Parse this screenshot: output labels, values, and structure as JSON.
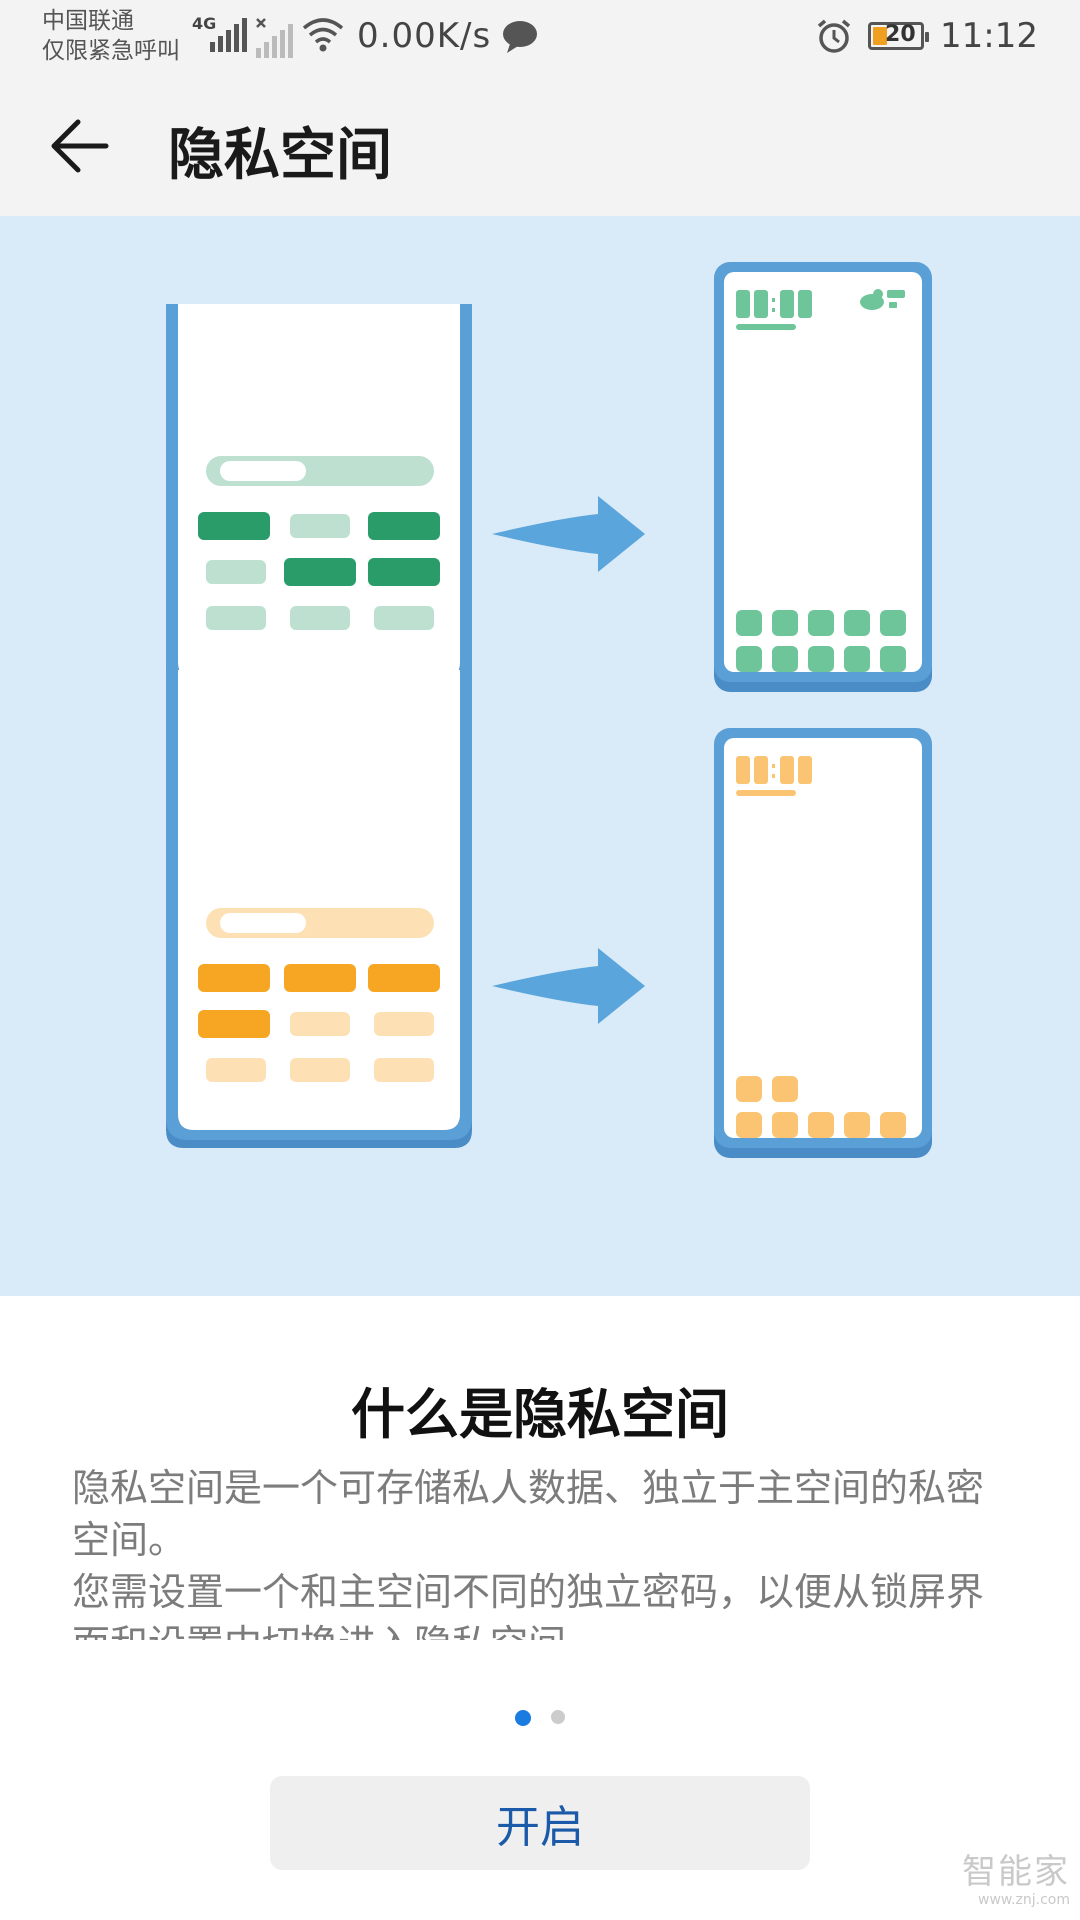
{
  "status_bar": {
    "carrier_line1": "中国联通",
    "carrier_line2": "仅限紧急呼叫",
    "network_type": "4G",
    "net_speed": "0.00K/s",
    "battery_level": "20",
    "time": "11:12",
    "icons": [
      "signal-icon",
      "no-signal-icon",
      "wifi-icon",
      "message-icon",
      "alarm-icon",
      "battery-icon"
    ]
  },
  "app_bar": {
    "back_icon": "back-arrow-icon",
    "title": "隐私空间"
  },
  "illustration": {
    "colors": {
      "background": "#d9eaf8",
      "frame": "#5a9fd6",
      "arrow": "#5aa6dc",
      "green_dark": "#2a9c6a",
      "green_light": "#bde0d0",
      "green_app": "#6fc59a",
      "orange_dark": "#f6a623",
      "orange_light": "#fde0b4",
      "orange_app": "#fbc472"
    },
    "clock_digits": [
      "1",
      "1",
      "1",
      "1"
    ]
  },
  "intro": {
    "title": "什么是隐私空间",
    "paragraph1": "隐私空间是一个可存储私人数据、独立于主空间的私密空间。",
    "paragraph2": "您需设置一个和主空间不同的独立密码，以便从锁屏界面和设置中切换进入隐私空间。"
  },
  "pager": {
    "total": 2,
    "current": 1
  },
  "primary_button": {
    "label": "开启"
  },
  "watermark": {
    "main": "智能家",
    "sub": "www.znj.com"
  }
}
